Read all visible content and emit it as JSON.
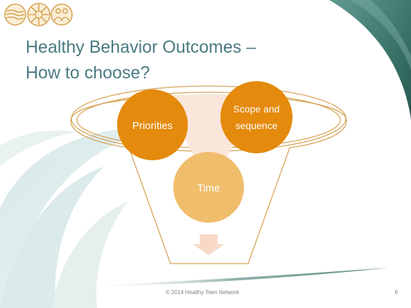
{
  "title": {
    "line1": "Healthy Behavior Outcomes –",
    "line2": "How to choose?"
  },
  "diagram": {
    "circles": [
      {
        "label": "Priorities"
      },
      {
        "label_line1": "Scope and",
        "label_line2": "sequence"
      },
      {
        "label": "Time"
      }
    ]
  },
  "footer": {
    "copyright": "© 2014  Healthy Teen Network",
    "page_number": "6"
  },
  "colors": {
    "title": "#4a7a80",
    "circle_dark": "#e48a0c",
    "circle_light": "#f0bd6c",
    "funnel_outline": "#d6a456",
    "arrow": "#f8d9c8",
    "corner_teal": "#2e6b62"
  }
}
